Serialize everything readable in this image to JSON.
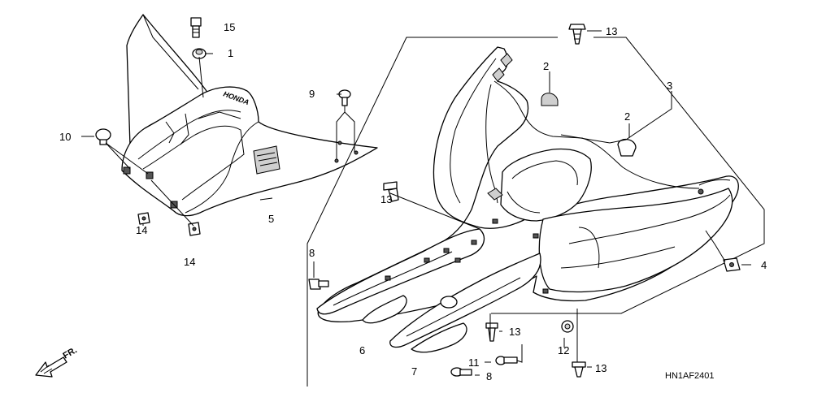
{
  "diagram": {
    "callouts": [
      "15",
      "1",
      "9",
      "10",
      "5",
      "14",
      "14",
      "13",
      "2",
      "3",
      "2",
      "13",
      "4",
      "8",
      "6",
      "7",
      "13",
      "11",
      "8",
      "12",
      "13"
    ],
    "ref_code": "HN1AF2401",
    "front_arrow_label": "FR.",
    "logo_text": "HONDA"
  }
}
